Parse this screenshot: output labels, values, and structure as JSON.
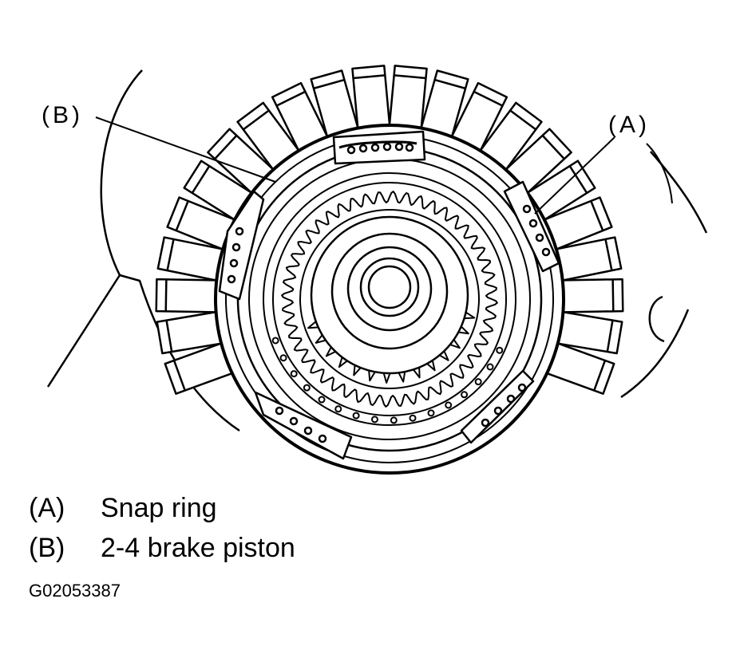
{
  "callouts": {
    "a": "(A)",
    "b": "(B)"
  },
  "legend": [
    {
      "key": "(A)",
      "text": "Snap ring"
    },
    {
      "key": "(B)",
      "text": "2-4 brake piston"
    }
  ],
  "figure_id": "G02053387",
  "colors": {
    "line": "#000000",
    "background": "#ffffff"
  }
}
